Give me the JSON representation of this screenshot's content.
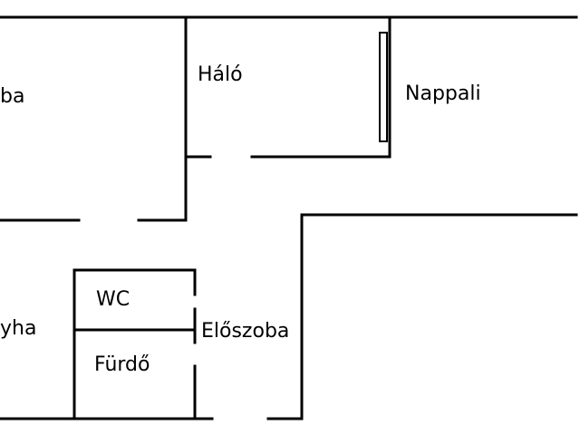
{
  "rooms": {
    "top_left": "ba",
    "halo": "Háló",
    "nappali": "Nappali",
    "konyha": "yha",
    "wc": "WC",
    "furdo": "Fürdő",
    "eloszoba": "Előszoba"
  }
}
